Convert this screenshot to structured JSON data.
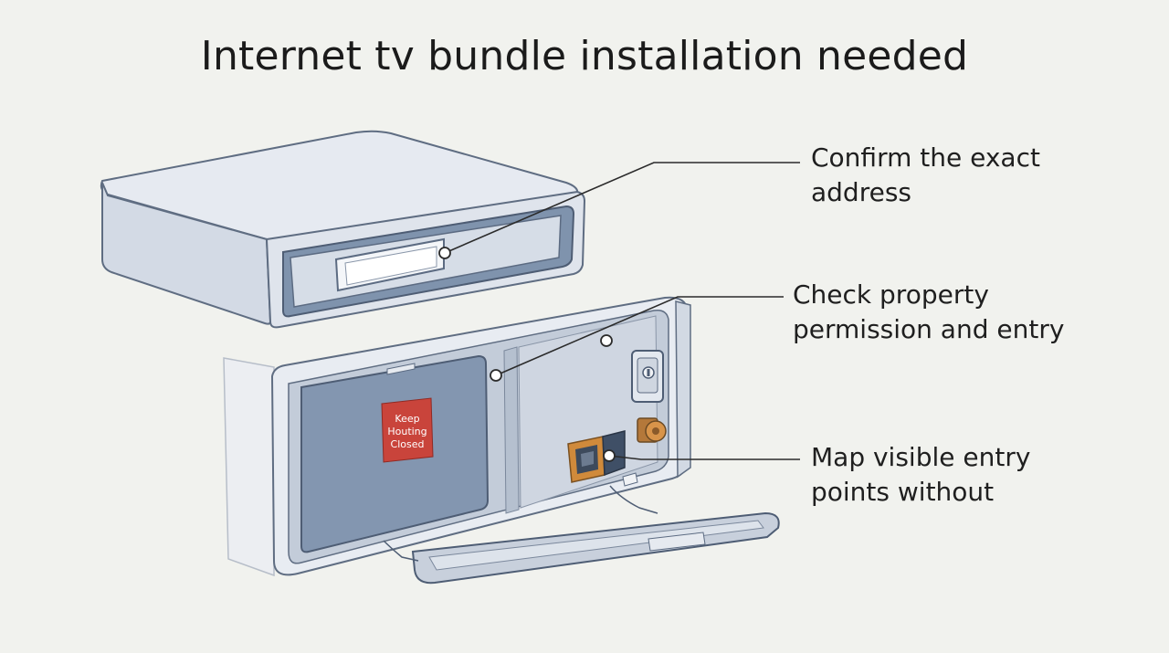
{
  "title": "Internet tv bundle installation needed",
  "callouts": [
    {
      "lines": [
        "Confirm the exact",
        "address"
      ],
      "points_to": "display window on the set-top box"
    },
    {
      "lines": [
        "Check property",
        "permission and entry"
      ],
      "points_to": "open service housing"
    },
    {
      "lines": [
        "Map visible entry",
        "points without"
      ],
      "points_to": "network and coax ports"
    }
  ],
  "sticker": {
    "lines": [
      "Keep",
      "Houting",
      "Closed"
    ],
    "color": "#c9443b"
  },
  "colors": {
    "background": "#f1f2ee",
    "device_body": "#d9dfe8",
    "device_panel": "#7e93ad",
    "port_orange": "#d08a3b"
  }
}
